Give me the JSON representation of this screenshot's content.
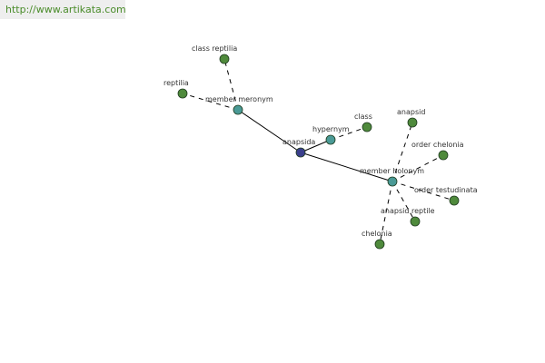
{
  "header": {
    "watermark_url": "http://www.artikata.com"
  },
  "colors": {
    "center": "#3a3f8c",
    "relation": "#4a9a96",
    "word": "#4f8a3c"
  },
  "graph": {
    "nodes": [
      {
        "id": "anapsida",
        "label": "anapsida",
        "kind": "center"
      },
      {
        "id": "member-meronym",
        "label": "member meronym",
        "kind": "relation"
      },
      {
        "id": "hypernym",
        "label": "hypernym",
        "kind": "relation"
      },
      {
        "id": "member-holonym",
        "label": "member holonym",
        "kind": "relation"
      },
      {
        "id": "class-reptilia",
        "label": "class reptilia",
        "kind": "word"
      },
      {
        "id": "reptilia",
        "label": "reptilia",
        "kind": "word"
      },
      {
        "id": "class",
        "label": "class",
        "kind": "word"
      },
      {
        "id": "anapsid",
        "label": "anapsid",
        "kind": "word"
      },
      {
        "id": "order-chelonia",
        "label": "order chelonia",
        "kind": "word"
      },
      {
        "id": "order-testudinata",
        "label": "order testudinata",
        "kind": "word"
      },
      {
        "id": "anapsid-reptile",
        "label": "anapsid reptile",
        "kind": "word"
      },
      {
        "id": "chelonia",
        "label": "chelonia",
        "kind": "word"
      }
    ],
    "edges": [
      {
        "from": "anapsida",
        "to": "member-meronym",
        "style": "solid"
      },
      {
        "from": "anapsida",
        "to": "hypernym",
        "style": "solid"
      },
      {
        "from": "anapsida",
        "to": "member-holonym",
        "style": "solid"
      },
      {
        "from": "member-meronym",
        "to": "class-reptilia",
        "style": "dashed"
      },
      {
        "from": "member-meronym",
        "to": "reptilia",
        "style": "dashed"
      },
      {
        "from": "hypernym",
        "to": "class",
        "style": "dashed"
      },
      {
        "from": "member-holonym",
        "to": "anapsid",
        "style": "dashed"
      },
      {
        "from": "member-holonym",
        "to": "order-chelonia",
        "style": "dashed"
      },
      {
        "from": "member-holonym",
        "to": "order-testudinata",
        "style": "dashed"
      },
      {
        "from": "member-holonym",
        "to": "anapsid-reptile",
        "style": "dashed"
      },
      {
        "from": "member-holonym",
        "to": "chelonia",
        "style": "dashed"
      }
    ]
  }
}
